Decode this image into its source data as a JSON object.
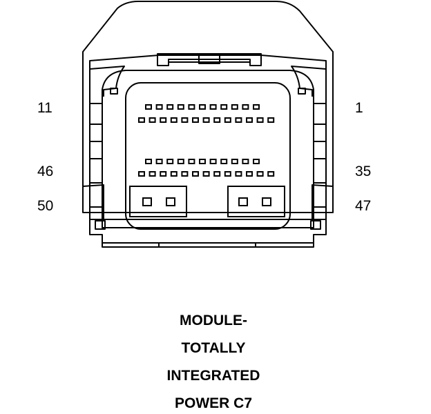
{
  "pin_labels": {
    "top_left": "11",
    "top_right": "1",
    "mid_left": "46",
    "mid_right": "35",
    "bottom_left": "50",
    "bottom_right": "47"
  },
  "title": {
    "line1": "MODULE-",
    "line2": "TOTALLY",
    "line3": "INTEGRATED",
    "line4": "POWER C7"
  },
  "colors": {
    "ink": "#000000",
    "paper": "#ffffff"
  }
}
